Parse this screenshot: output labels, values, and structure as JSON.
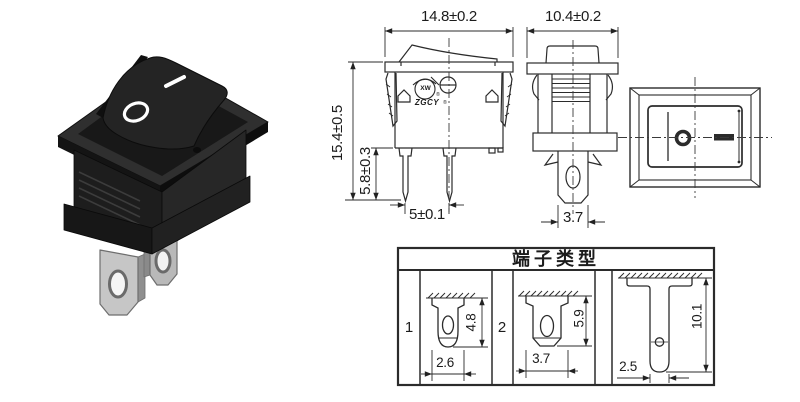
{
  "photo": {
    "description": "black miniature rocker switch, 2-pin, perspective product photo",
    "off_marking": "O",
    "on_marking": "I"
  },
  "front_view": {
    "width": "14.8±0.2",
    "height": "15.4±0.5",
    "pin_length": "5.8±0.3",
    "pin_spacing": "5±0.1",
    "logo": "XW",
    "brand": "ZGCY",
    "reg": "®"
  },
  "side_view": {
    "width": "10.4±0.2",
    "terminal_width": "3.7"
  },
  "terminal_table": {
    "title": "端子类型",
    "items": [
      {
        "no": "1",
        "w": "2.6",
        "h": "4.8"
      },
      {
        "no": "2",
        "w": "3.7",
        "h": "5.9"
      },
      {
        "no": "",
        "w": "2.5",
        "h": "10.1"
      }
    ]
  },
  "colors": {
    "line": "#2b2b2b",
    "text": "#1c1c1c",
    "paper": "#ffffff",
    "switch_plastic": "#1e1e1e",
    "terminal_metal": "#c6c6c6",
    "marking_white": "#ffffff"
  }
}
